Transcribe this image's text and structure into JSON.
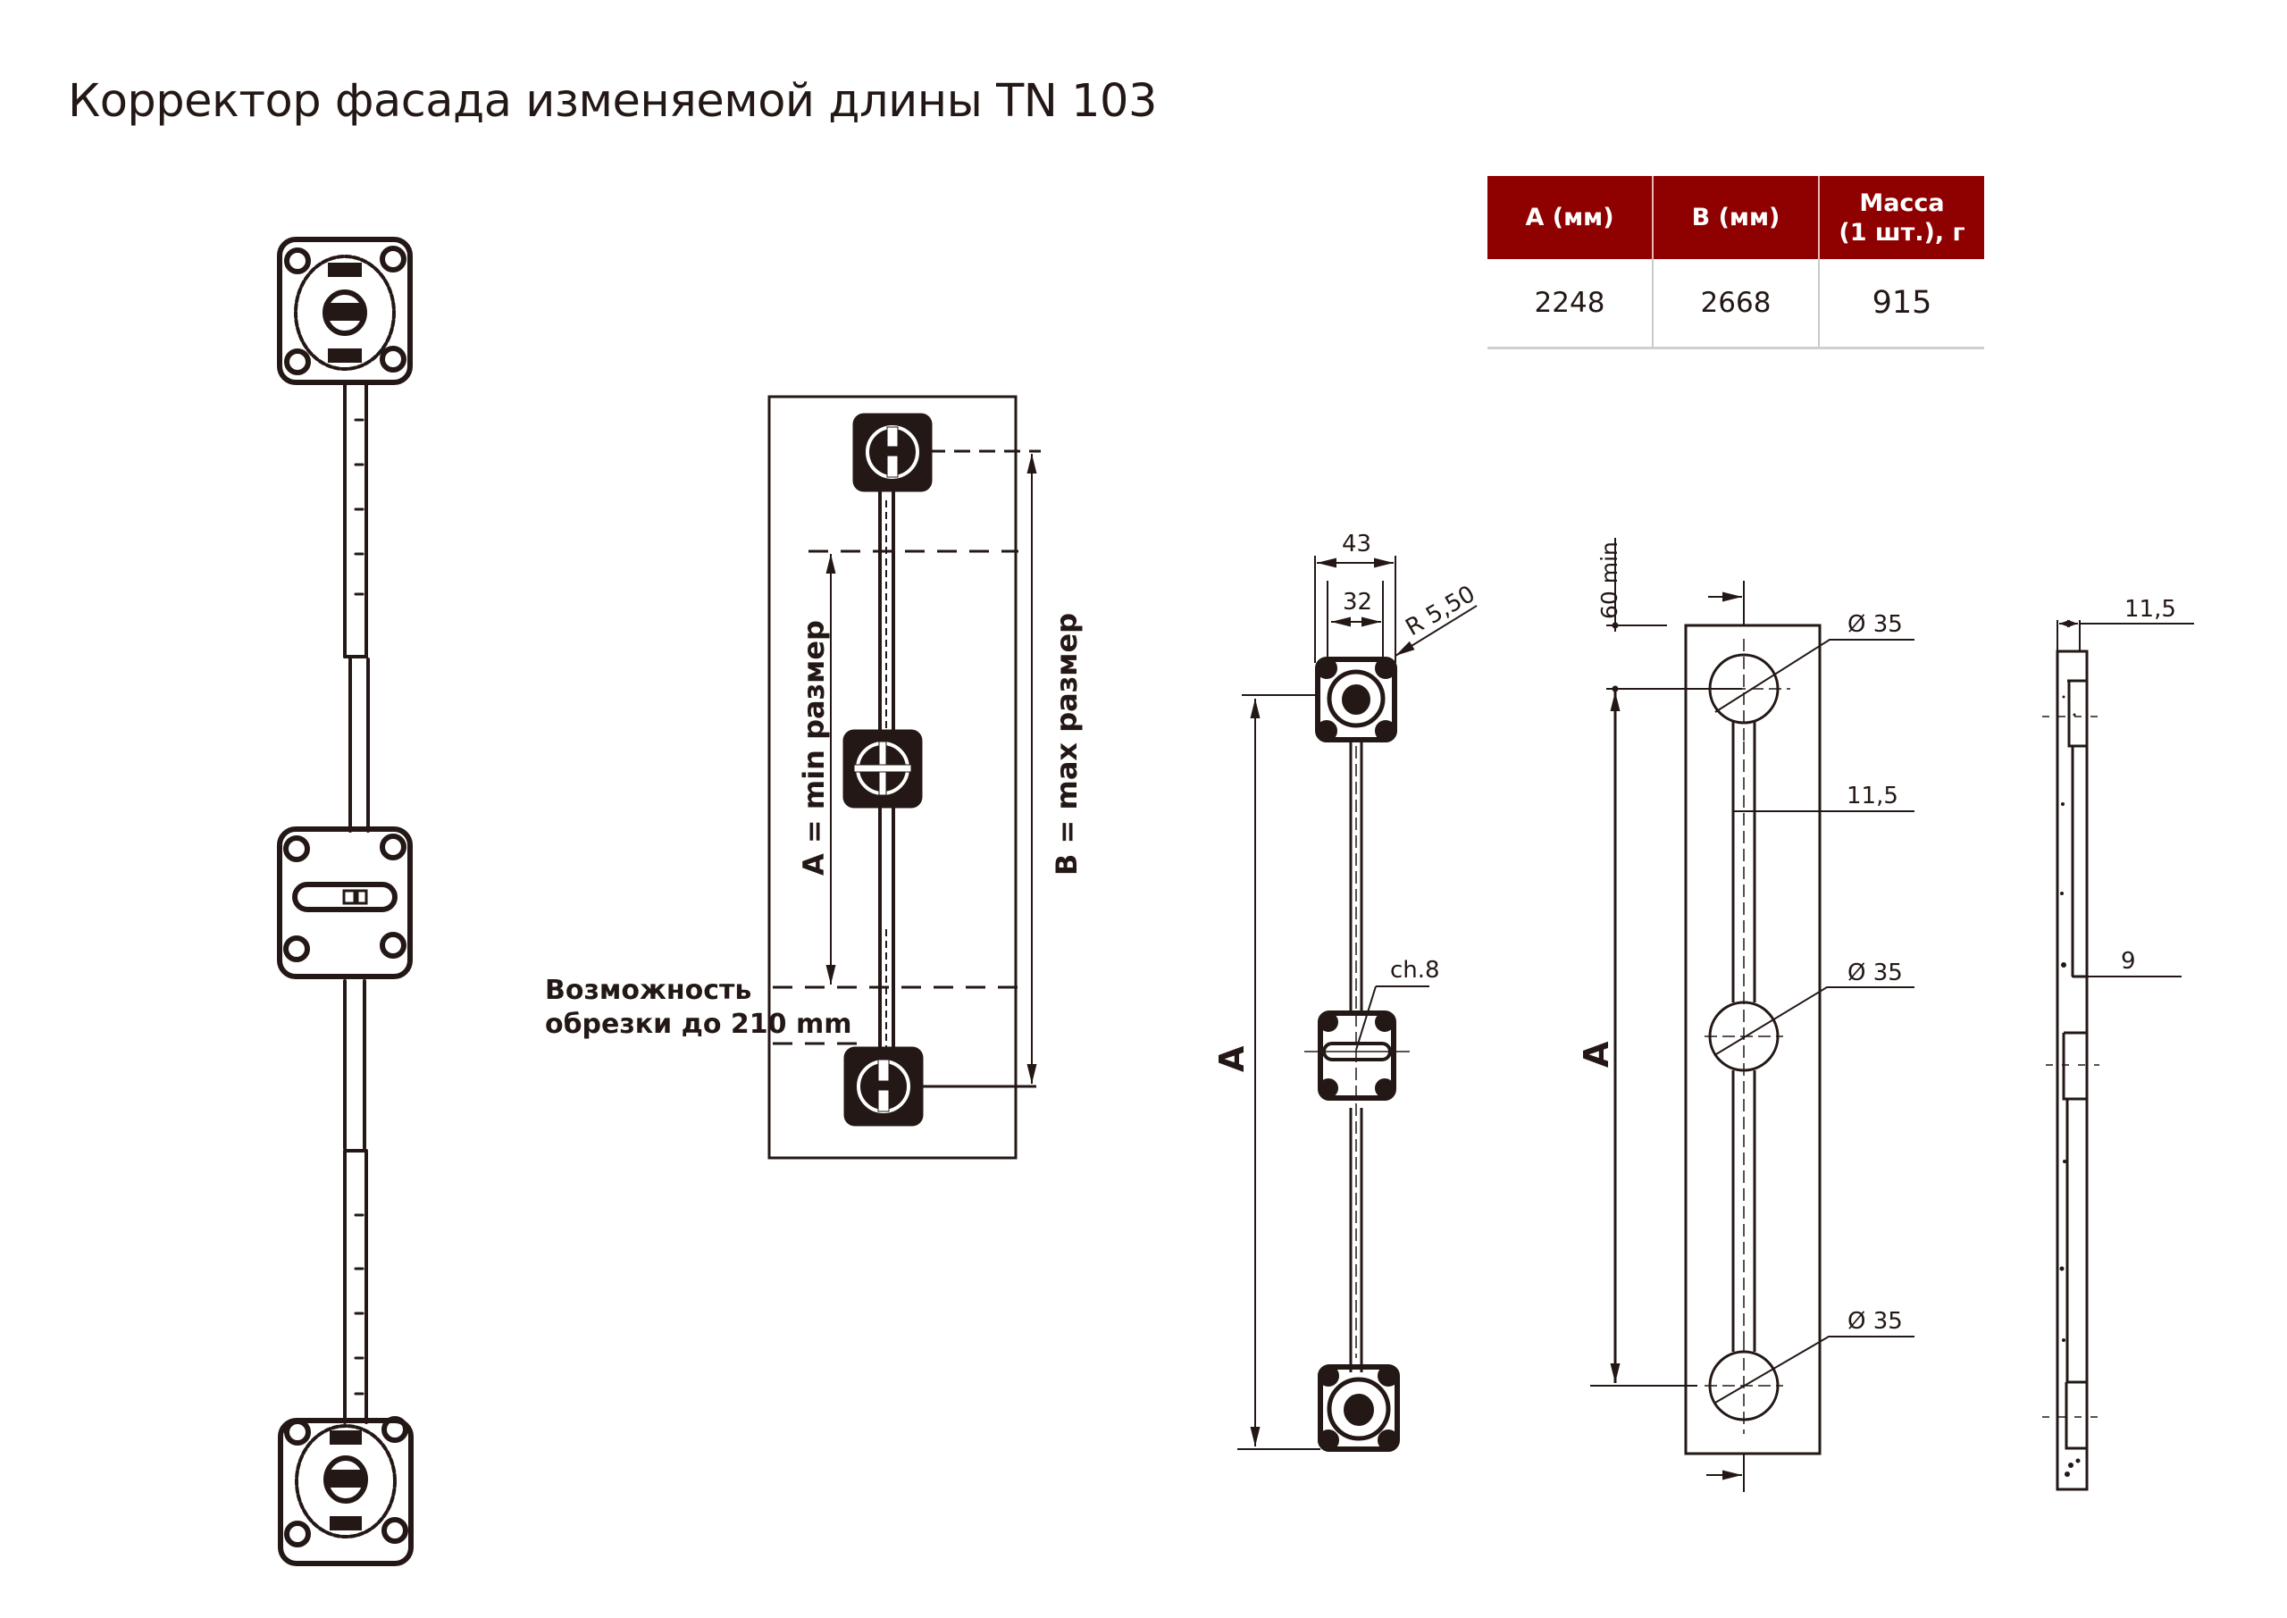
{
  "title": "Корректор фасада изменяемой длины TN 103",
  "spec_table": {
    "headers": [
      "A (мм)",
      "B (мм)",
      "Масса\n(1 шт.), г"
    ],
    "header_lines": [
      [
        "A (мм)"
      ],
      [
        "B (мм)"
      ],
      [
        "Масса",
        "(1 шт.), г"
      ]
    ],
    "rows": [
      [
        "2248",
        "2668",
        "915"
      ]
    ],
    "header_color": "#8f0000"
  },
  "drawing_2": {
    "label_a": "A = min размер",
    "label_b": "B = max размер",
    "cutout_note_line1": "Возможность",
    "cutout_note_line2": "обрезки до 210 mm"
  },
  "drawing_3": {
    "dim_width_outer": "43",
    "dim_width_inner": "32",
    "dim_radius": "R 5,50",
    "dim_chamfer": "ch.8",
    "label_a": "A"
  },
  "drawing_4": {
    "dim_offset": "60 min",
    "dim_hole_top": "Ø 35",
    "dim_rod": "11,5",
    "dim_hole_middle": "Ø 35",
    "dim_hole_bottom": "Ø 35",
    "label_a": "A"
  },
  "drawing_5": {
    "dim_thickness_top": "11,5",
    "dim_thickness_middle": "9"
  },
  "colors": {
    "line": "#231815",
    "accent": "#8f0000"
  }
}
